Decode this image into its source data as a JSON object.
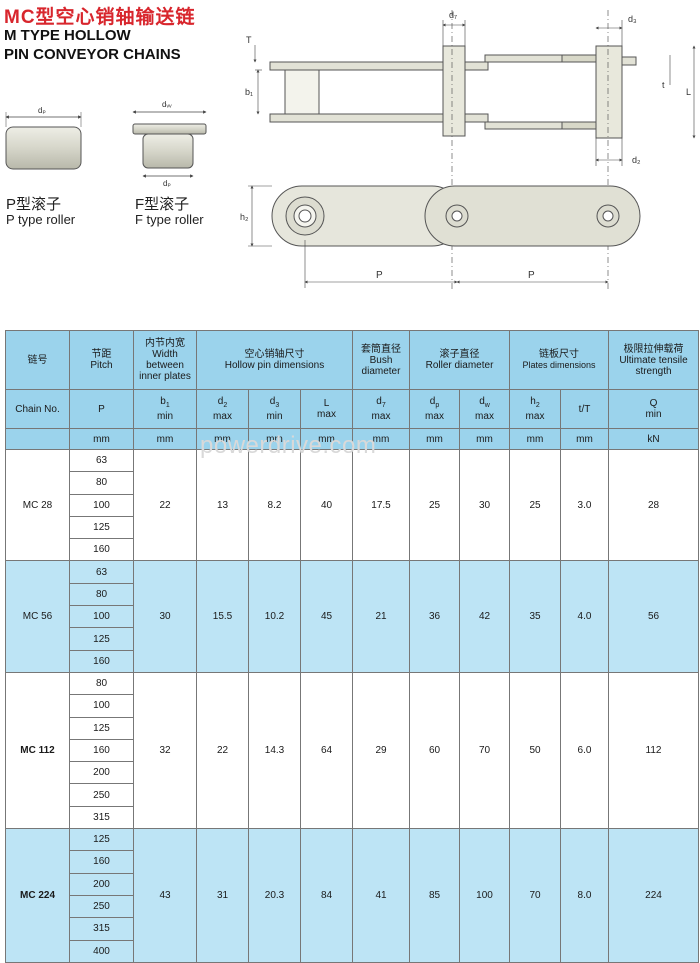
{
  "title_cn": "MC型空心销轴输送链",
  "title_en_line1": "M TYPE HOLLOW",
  "title_en_line2": "PIN CONVEYOR CHAINS",
  "rollers": {
    "p_cn": "P型滚子",
    "p_en": "P type roller",
    "f_cn": "F型滚子",
    "f_en": "F type roller",
    "dp": "dₚ",
    "dw": "dᵥᵥ"
  },
  "dims": {
    "T": "T",
    "b1": "b₁",
    "d7": "d₇",
    "d3": "d₃",
    "t": "t",
    "L": "L",
    "d2": "d₂",
    "h2": "h₂",
    "P": "P"
  },
  "watermark": "powerdrive.com",
  "table": {
    "header_row1": {
      "chain_cn": "链号",
      "pitch_cn": "节距",
      "pitch_en": "Pitch",
      "width_cn": "内节内宽",
      "width_en": "Width between inner plates",
      "pin_cn": "空心销轴尺寸",
      "pin_en": "Hollow pin dimensions",
      "bush_cn": "套筒直径",
      "bush_en": "Bush diameter",
      "roller_cn": "滚子直径",
      "roller_en": "Roller diameter",
      "plate_cn": "链板尺寸",
      "plate_en": "Plates dimensions",
      "tensile_cn": "极限拉伸载荷",
      "tensile_en": "Ultimate tensile strength"
    },
    "header_row2": {
      "chain": "Chain No.",
      "pitch": "P",
      "b1": "b",
      "b1_sub": "1",
      "b1_q": "min",
      "d2": "d",
      "d2_sub": "2",
      "d2_q": "max",
      "d3": "d",
      "d3_sub": "3",
      "d3_q": "min",
      "L": "L",
      "L_q": "max",
      "d7": "d",
      "d7_sub": "7",
      "d7_q": "max",
      "dp": "d",
      "dp_sub": "p",
      "dp_q": "max",
      "dw": "d",
      "dw_sub": "w",
      "dw_q": "max",
      "h2": "h",
      "h2_sub": "2",
      "h2_q": "max",
      "tT": "t/T",
      "Q": "Q",
      "Q_q": "min"
    },
    "units": [
      "mm",
      "mm",
      "mm",
      "mm",
      "mm",
      "mm",
      "mm",
      "mm",
      "mm",
      "mm",
      "kN"
    ],
    "chains": [
      {
        "name": "MC 28",
        "bold": false,
        "pitches": [
          "63",
          "80",
          "100",
          "125",
          "160"
        ],
        "b1": "22",
        "d2": "13",
        "d3": "8.2",
        "L": "40",
        "d7": "17.5",
        "dp": "25",
        "dw": "30",
        "h2": "25",
        "tT": "3.0",
        "Q": "28"
      },
      {
        "name": "MC 56",
        "bold": false,
        "pitches": [
          "63",
          "80",
          "100",
          "125",
          "160"
        ],
        "b1": "30",
        "d2": "15.5",
        "d3": "10.2",
        "L": "45",
        "d7": "21",
        "dp": "36",
        "dw": "42",
        "h2": "35",
        "tT": "4.0",
        "Q": "56"
      },
      {
        "name": "MC 112",
        "bold": true,
        "pitches": [
          "80",
          "100",
          "125",
          "160",
          "200",
          "250",
          "315"
        ],
        "b1": "32",
        "d2": "22",
        "d3": "14.3",
        "L": "64",
        "d7": "29",
        "dp": "60",
        "dw": "70",
        "h2": "50",
        "tT": "6.0",
        "Q": "112"
      },
      {
        "name": "MC 224",
        "bold": true,
        "pitches": [
          "125",
          "160",
          "200",
          "250",
          "315",
          "400"
        ],
        "b1": "43",
        "d2": "31",
        "d3": "20.3",
        "L": "84",
        "d7": "41",
        "dp": "85",
        "dw": "100",
        "h2": "70",
        "tT": "8.0",
        "Q": "224"
      }
    ]
  }
}
